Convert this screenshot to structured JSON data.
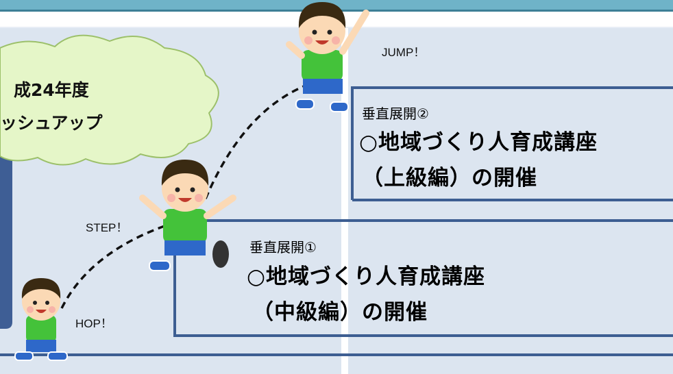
{
  "cloud": {
    "line1": "成24年度",
    "line2": "ッシュアップ"
  },
  "labels": {
    "hop": "HOP！",
    "step": "STEP！",
    "jump": "JUMP！"
  },
  "stage1": {
    "subtitle": "垂直展開①",
    "line1": "○地域づくり人育成講座",
    "line2": "（中級編）の開催"
  },
  "stage2": {
    "subtitle": "垂直展開②",
    "line1": "○地域づくり人育成講座",
    "line2": "（上級編）の開催"
  },
  "colors": {
    "panel": "#dbe4f0",
    "frame": "#3a5a8c",
    "cloud": "#e4f6c8",
    "shirt": "#44c23a",
    "shorts": "#2e68c9",
    "hair": "#3a2a12",
    "skin": "#fbd9b5"
  }
}
